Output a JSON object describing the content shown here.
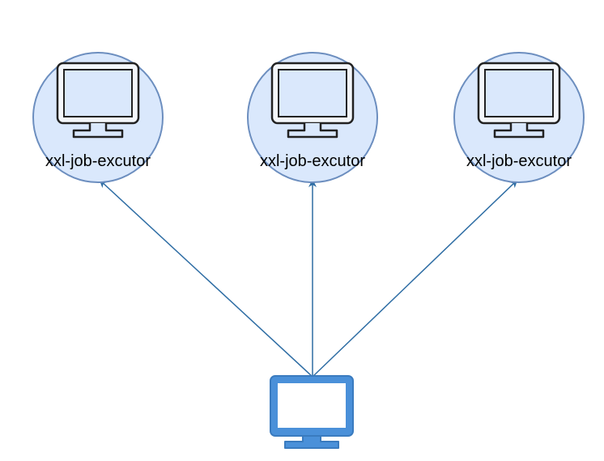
{
  "diagram": {
    "executors": [
      {
        "label": "xxl-job-excutor"
      },
      {
        "label": "xxl-job-excutor"
      },
      {
        "label": "xxl-job-excutor"
      }
    ],
    "scheduler": {
      "icon": "monitor-icon"
    },
    "colors": {
      "executor_fill": "#dae8fc",
      "executor_stroke": "#6c8ebf",
      "monitor_outline": "#222222",
      "monitor_screen": "#dae8fc",
      "scheduler_fill": "#4a90d9",
      "scheduler_stroke": "#3a7bbf",
      "arrow": "#2e6da4"
    }
  }
}
